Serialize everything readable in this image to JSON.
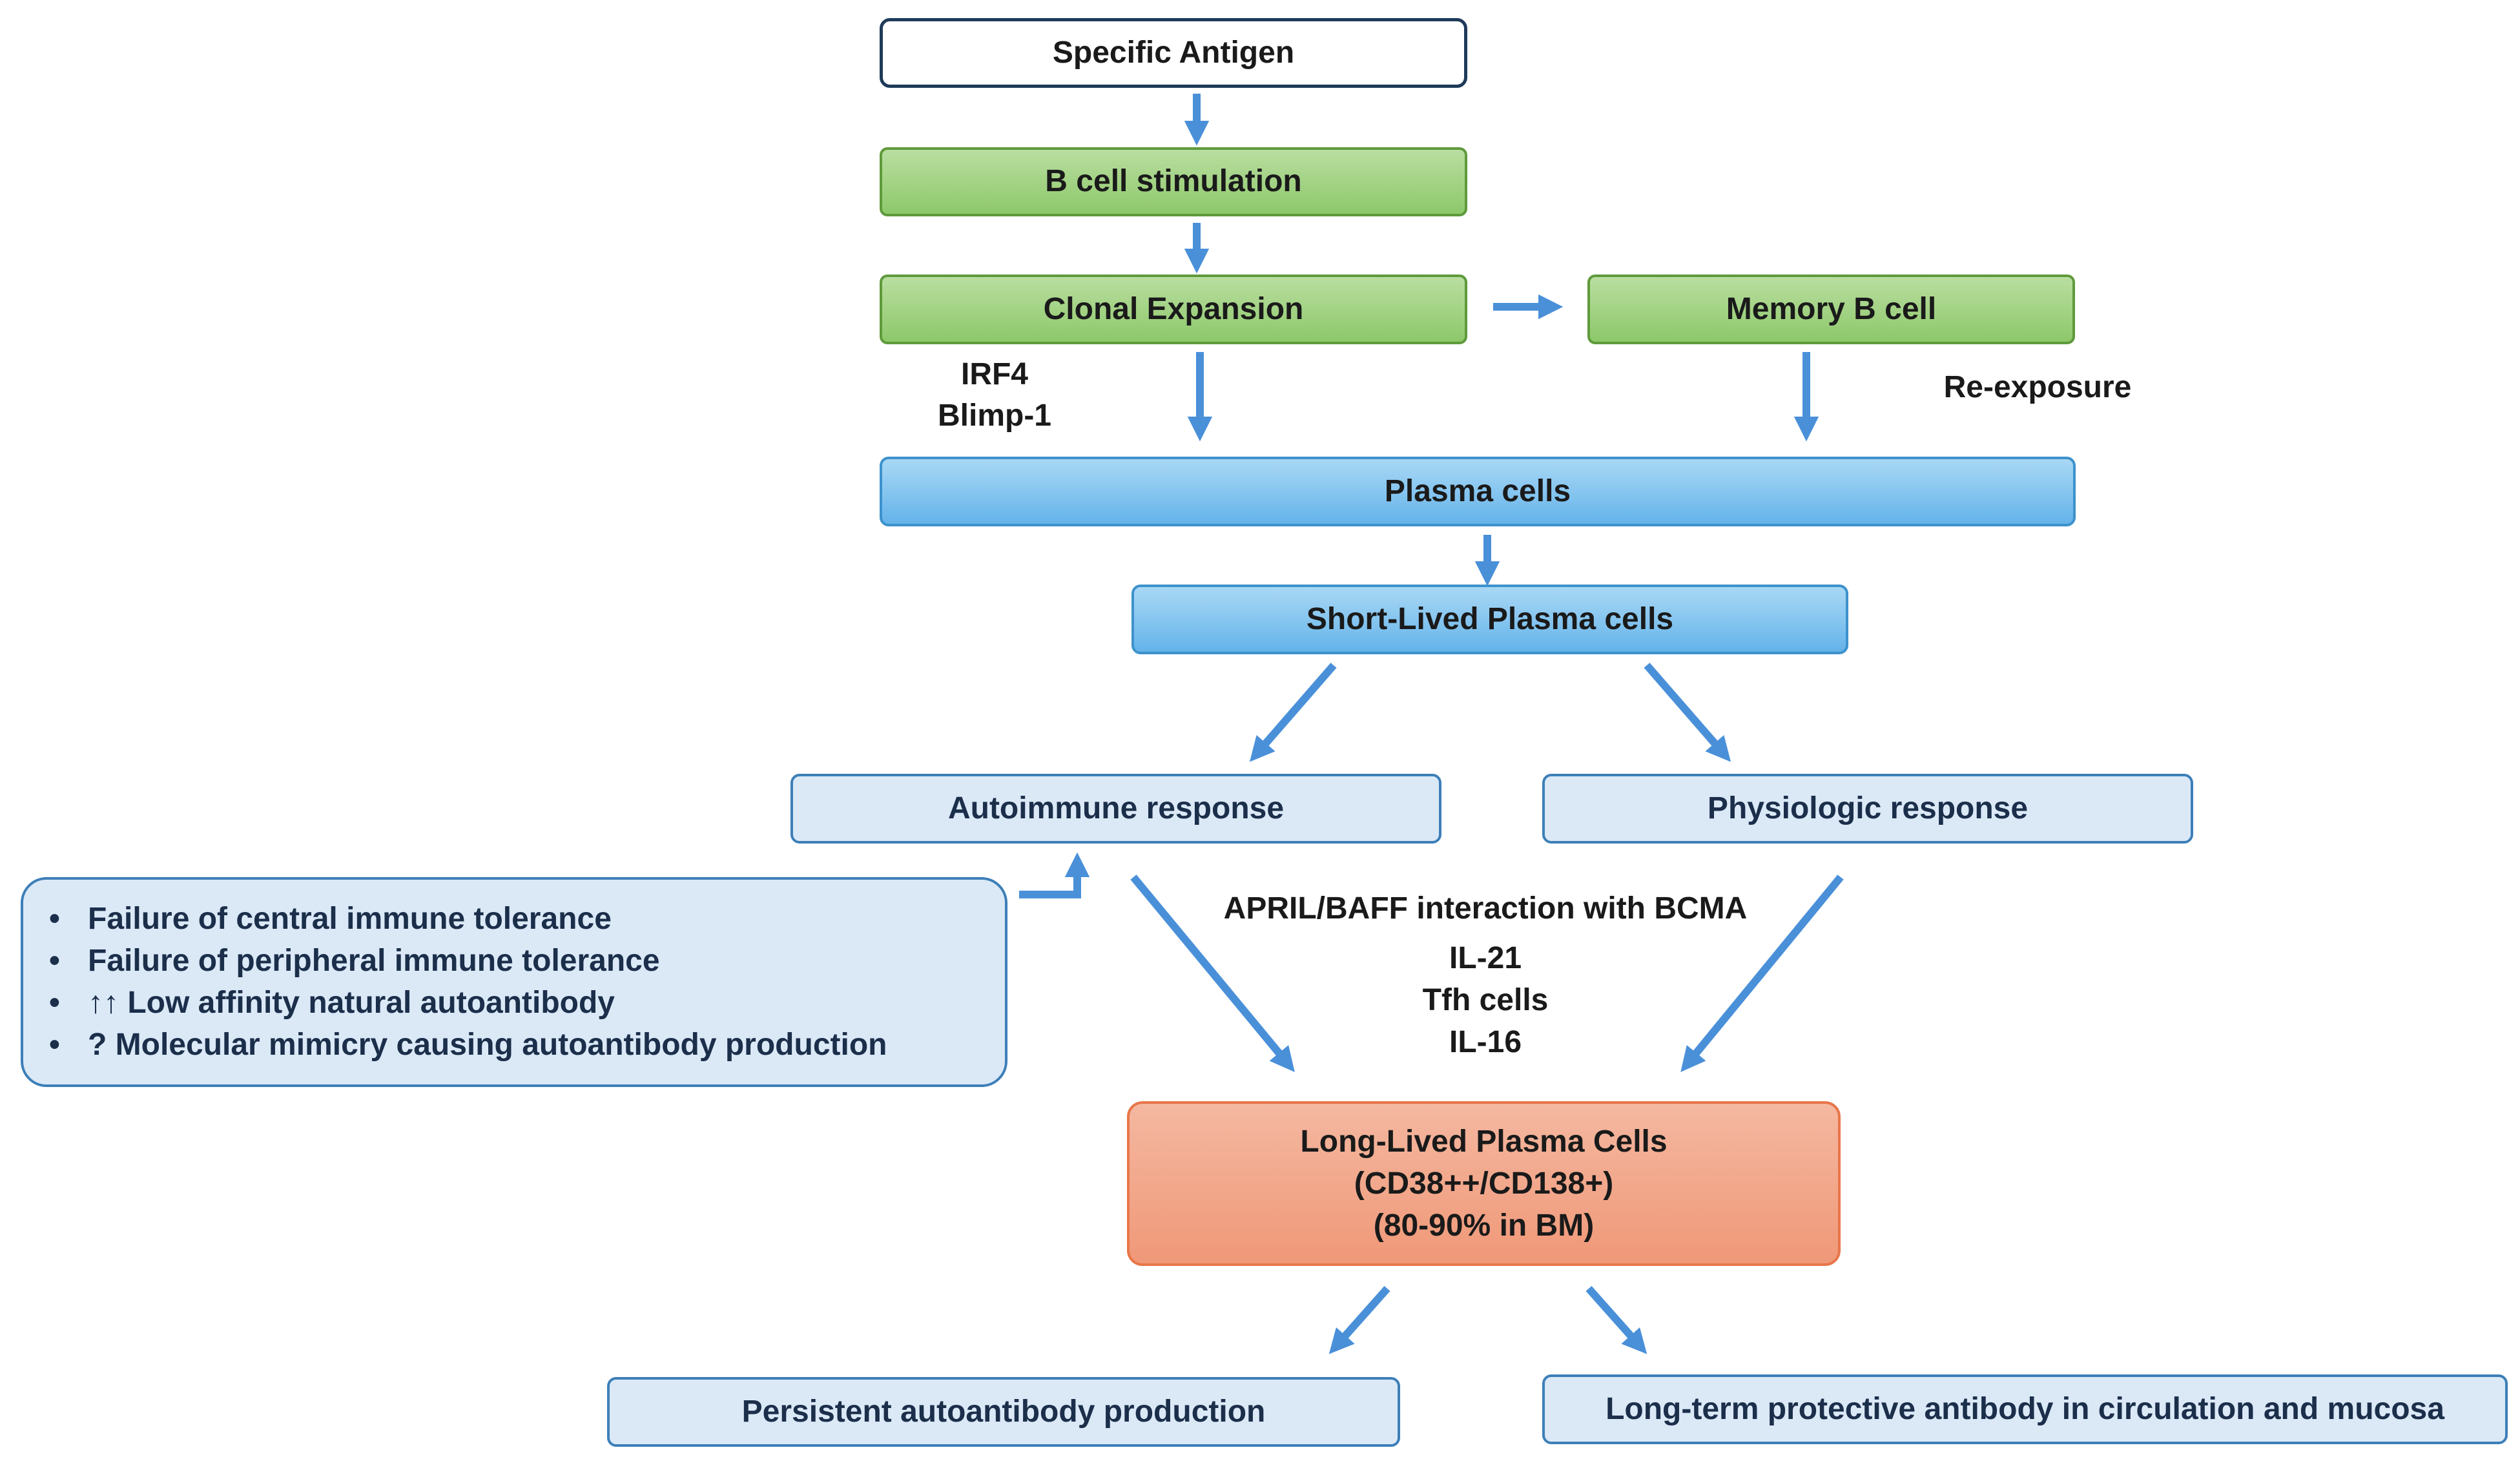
{
  "nodes": {
    "antigen": "Specific Antigen",
    "bcell": "B cell stimulation",
    "clonal": "Clonal Expansion",
    "memory": "Memory B cell",
    "plasma": "Plasma cells",
    "short_lived": "Short-Lived Plasma cells",
    "autoimmune": "Autoimmune response",
    "physiologic": "Physiologic response",
    "long_lived": [
      "Long-Lived Plasma Cells",
      "(CD38++/CD138+)",
      "(80-90% in BM)"
    ],
    "persistent": "Persistent autoantibody production",
    "protective": "Long-term protective antibody in circulation and mucosa"
  },
  "labels": {
    "irf4": "IRF4",
    "blimp": "Blimp-1",
    "reexposure": "Re-exposure",
    "april": "APRIL/BAFF interaction with BCMA",
    "il21": "IL-21",
    "tfh": "Tfh cells",
    "il16": "IL-16"
  },
  "factors": {
    "bullet": "•",
    "items": [
      "Failure of central immune tolerance",
      "Failure of peripheral immune tolerance",
      "↑↑ Low affinity natural autoantibody",
      "? Molecular mimicry causing autoantibody production"
    ]
  },
  "colors": {
    "arrow": "#4a90d9",
    "green_fill": "#a3d485",
    "blue_fill": "#7fc2ee",
    "light_fill": "#dbe9f7",
    "orange_fill": "#f2a58a"
  }
}
